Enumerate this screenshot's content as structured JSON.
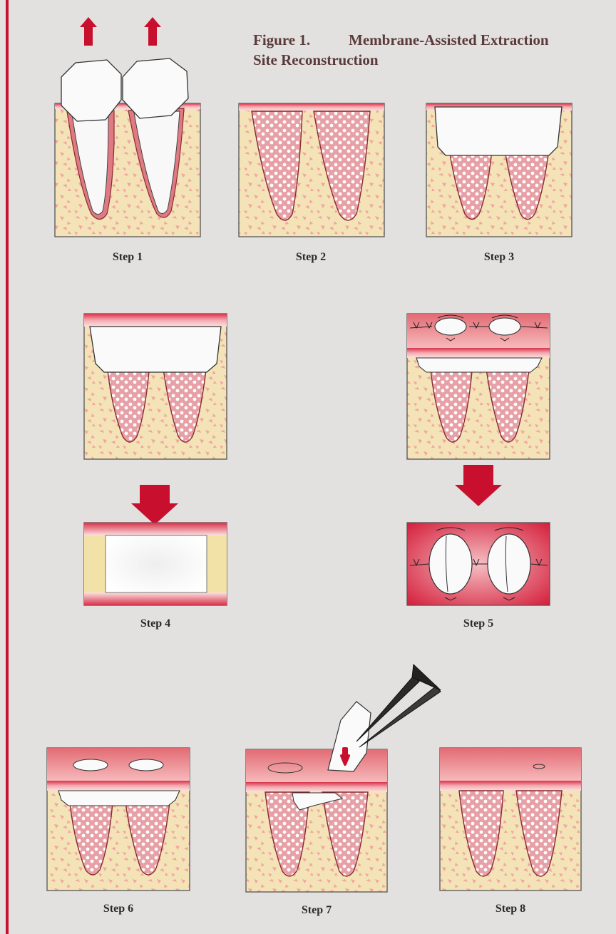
{
  "figure": {
    "number_label": "Figure 1.",
    "title_line1": "Membrane-Assisted Extraction",
    "title_line2": "Site Reconstruction"
  },
  "steps": [
    {
      "label": "Step 1"
    },
    {
      "label": "Step 2"
    },
    {
      "label": "Step 3"
    },
    {
      "label": "Step 4"
    },
    {
      "label": "Step 5"
    },
    {
      "label": "Step 6"
    },
    {
      "label": "Step 7"
    },
    {
      "label": "Step 8"
    }
  ],
  "colors": {
    "accent_red": "#c8102e",
    "gum_pink": "#e8777e",
    "bone_tan": "#f4e3b7",
    "graft_pink": "#e8a3a8",
    "background": "#e2e1df"
  }
}
